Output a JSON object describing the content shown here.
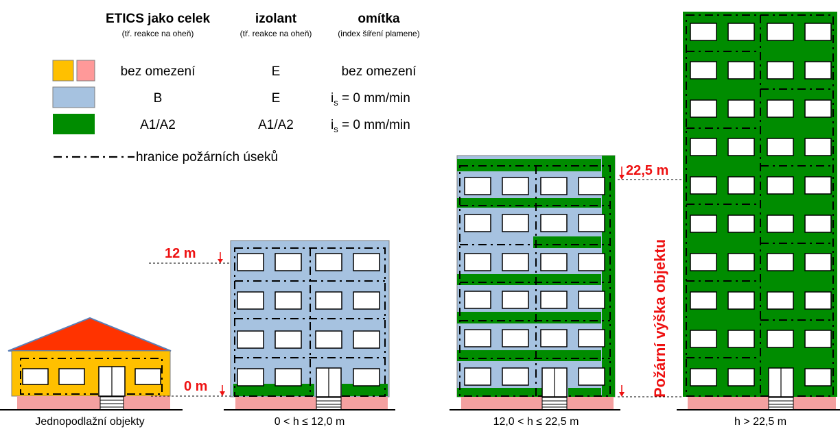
{
  "legend": {
    "headers": [
      {
        "title": "ETICS jako celek",
        "sub": "(tř. reakce na oheň)"
      },
      {
        "title": "izolant",
        "sub": "(tř. reakce na oheň)"
      },
      {
        "title": "omítka",
        "sub": "(index šíření plamene)"
      }
    ],
    "rows": [
      {
        "swatches": [
          "#ffc000",
          "#ff9999"
        ],
        "etics": "bez omezení",
        "izolant": "E",
        "omitka": "bez omezení"
      },
      {
        "swatches": [
          "#a6c2e0"
        ],
        "etics": "B",
        "izolant": "E",
        "omitka": "i",
        "omitka_sub": "s",
        "omitka_rest": " = 0 mm/min"
      },
      {
        "swatches": [
          "#008c00"
        ],
        "etics": "A1/A2",
        "izolant": "A1/A2",
        "omitka": "i",
        "omitka_sub": "s",
        "omitka_rest": " = 0 mm/min"
      }
    ],
    "boundary_label": "hranice požárních úseků"
  },
  "markers": {
    "h12": "12 m",
    "h0": "0 m",
    "h225": "22,5 m",
    "vertical_label": "Požární výška objektu"
  },
  "captions": [
    "Jednopodlažní objekty",
    "0 < h ≤ 12,0 m",
    "12,0 < h ≤ 22,5 m",
    "h > 22,5 m"
  ],
  "colors": {
    "orange": "#ffc000",
    "pink": "#ff9999",
    "blue": "#a6c2e0",
    "green": "#008c00",
    "roof": "#ff3300",
    "roof_edge": "#5b7fb7",
    "red": "#ee1111"
  }
}
